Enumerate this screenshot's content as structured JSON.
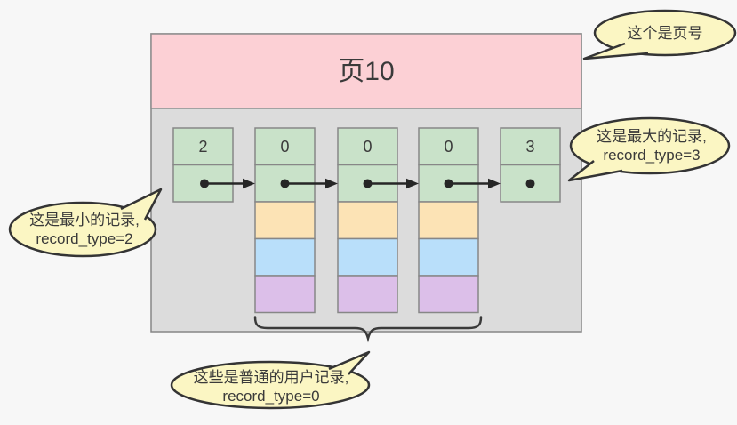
{
  "diagram": {
    "page_box": {
      "title": "页10"
    },
    "records": [
      {
        "value": "2",
        "role": "min"
      },
      {
        "value": "0",
        "role": "user"
      },
      {
        "value": "0",
        "role": "user"
      },
      {
        "value": "0",
        "role": "user"
      },
      {
        "value": "3",
        "role": "max"
      }
    ],
    "callouts": {
      "page_number": {
        "line1": "这个是页号"
      },
      "max_record": {
        "line1": "这是最大的记录,",
        "line2": "record_type=3"
      },
      "min_record": {
        "line1": "这是最小的记录,",
        "line2": "record_type=2"
      },
      "user_records": {
        "line1": "这些是普通的用户记录,",
        "line2": "record_type=0"
      }
    },
    "colors": {
      "background": "#f7f7f7",
      "page_body_fill": "#dcdcdc",
      "page_header_fill": "#fcd0d5",
      "record_cell_fill": "#c9e2c9",
      "user_row_orange": "#fce3b5",
      "user_row_blue": "#b9dffa",
      "user_row_purple": "#dcbfe9",
      "callout_fill": "#fbf6c3",
      "cell_stroke": "#8a8a8a",
      "ink": "#3a3a3a"
    }
  }
}
